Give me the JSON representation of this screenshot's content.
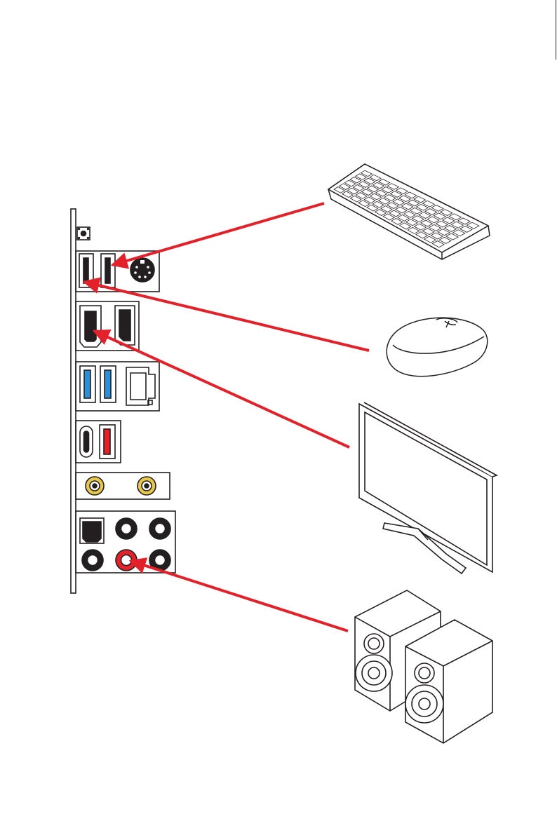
{
  "colors": {
    "outline": "#231f20",
    "arrow": "#e3212a",
    "usb3_blue": "#2f8fd6",
    "usb_red": "#e3212a",
    "antenna_gold": "#e8c84a",
    "audio_red": "#e3212a",
    "panel_white": "#ffffff"
  },
  "io_panel": {
    "ports": [
      {
        "name": "clear-cmos-button",
        "icon": "button-icon"
      },
      {
        "name": "usb-port",
        "icon": "usb-a-icon"
      },
      {
        "name": "ps2-port",
        "icon": "ps2-icon"
      },
      {
        "name": "hdmi-port",
        "icon": "hdmi-icon"
      },
      {
        "name": "displayport-port",
        "icon": "displayport-icon"
      },
      {
        "name": "usb3-port",
        "icon": "usb-a-icon"
      },
      {
        "name": "lan-port",
        "icon": "rj45-icon"
      },
      {
        "name": "usb-c-port",
        "icon": "usb-c-icon"
      },
      {
        "name": "wifi-antenna-connector",
        "icon": "sma-icon"
      },
      {
        "name": "optical-spdif-port",
        "icon": "toslink-icon"
      },
      {
        "name": "audio-jack",
        "icon": "audio-jack-icon"
      },
      {
        "name": "line-out-jack",
        "icon": "audio-jack-icon"
      }
    ]
  },
  "devices": [
    {
      "name": "keyboard",
      "icon": "keyboard-icon"
    },
    {
      "name": "mouse",
      "icon": "mouse-icon"
    },
    {
      "name": "monitor",
      "icon": "monitor-icon"
    },
    {
      "name": "speakers",
      "icon": "speakers-icon"
    }
  ],
  "connections": [
    {
      "from": "keyboard",
      "to": "usb-port"
    },
    {
      "from": "mouse",
      "to": "usb-port"
    },
    {
      "from": "monitor",
      "to": "hdmi-port"
    },
    {
      "from": "speakers",
      "to": "line-out-jack"
    }
  ]
}
